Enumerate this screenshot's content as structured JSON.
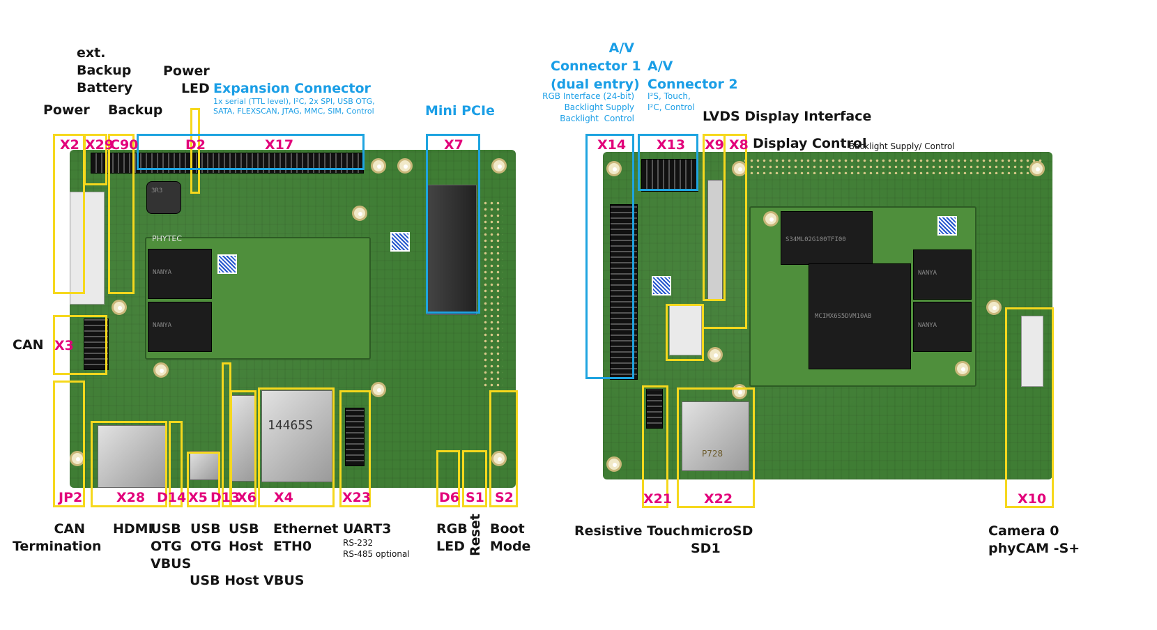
{
  "left_board": {
    "callouts": {
      "ext_backup_battery": "ext.\nBackup\nBattery",
      "power_led": "Power\nLED",
      "power": "Power",
      "backup": "Backup",
      "can": "CAN",
      "can_termination": "CAN\nTermination",
      "hdmi": "HDMI",
      "usb_otg_vbus": "USB\nOTG\nVBUS",
      "usb_otg": "USB\nOTG",
      "usb_host_vbus": "USB Host VBUS",
      "usb_host": "USB\nHost",
      "ethernet": "Ethernet\nETH0",
      "uart3": "UART3",
      "uart3_detail": "RS-232\nRS-485 optional",
      "rgb_led": "RGB\nLED",
      "reset": "Reset",
      "boot_mode": "Boot\nMode"
    },
    "expansion_title": "Expansion Connector",
    "expansion_detail": "1x serial (TTL level), I²C, 2x SPI, USB OTG,\nSATA, FLEXSCAN, JTAG, MMC, SIM, Control",
    "mini_pcie": "Mini PCIe",
    "designators": {
      "x2": "X2",
      "x29": "X29",
      "c90": "C90",
      "d2": "D2",
      "x17": "X17",
      "x7": "X7",
      "x3": "X3",
      "jp2": "JP2",
      "x28": "X28",
      "d14": "D14",
      "x5": "X5",
      "d13": "D13",
      "x6": "X6",
      "x4": "X4",
      "x23": "X23",
      "d6": "D6",
      "s1": "S1",
      "s2": "S2"
    },
    "board_text": {
      "inductor": "3R3",
      "silkscreen": "PHYTEC",
      "ethernet_jack": "14465S",
      "ram_1": "NANYA",
      "ram_2": "NANYA"
    }
  },
  "right_board": {
    "av1_title": "A/V\nConnector 1\n(dual entry)",
    "av1_detail": "RGB Interface (24-bit)\nBacklight Supply\nBacklight  Control",
    "av2_title": "A/V\nConnector 2",
    "av2_detail": "I²S, Touch,\nI²C, Control",
    "lvds": "LVDS Display Interface",
    "display_control": "Display Control",
    "display_control_detail": "Backlight Supply/ Control",
    "designators": {
      "x14": "X14",
      "x13": "X13",
      "x9": "X9",
      "x8": "X8",
      "x21": "X21",
      "x22": "X22",
      "x10": "X10"
    },
    "callouts": {
      "resistive_touch": "Resistive Touch",
      "microsd": "microSD\nSD1",
      "camera": "Camera 0\nphyCAM -S+"
    },
    "board_text": {
      "cpu": "MCIMX6S5DVM10AB",
      "flash": "S34ML02G100TFI00",
      "ram_1": "NANYA",
      "ram_2": "NANYA",
      "sd_marking": "P728"
    }
  },
  "colors": {
    "designator": "#e2007a",
    "yellow_box": "#f6d81d",
    "blue_box": "#1ea4e0",
    "pcb": "#3f7d34"
  }
}
